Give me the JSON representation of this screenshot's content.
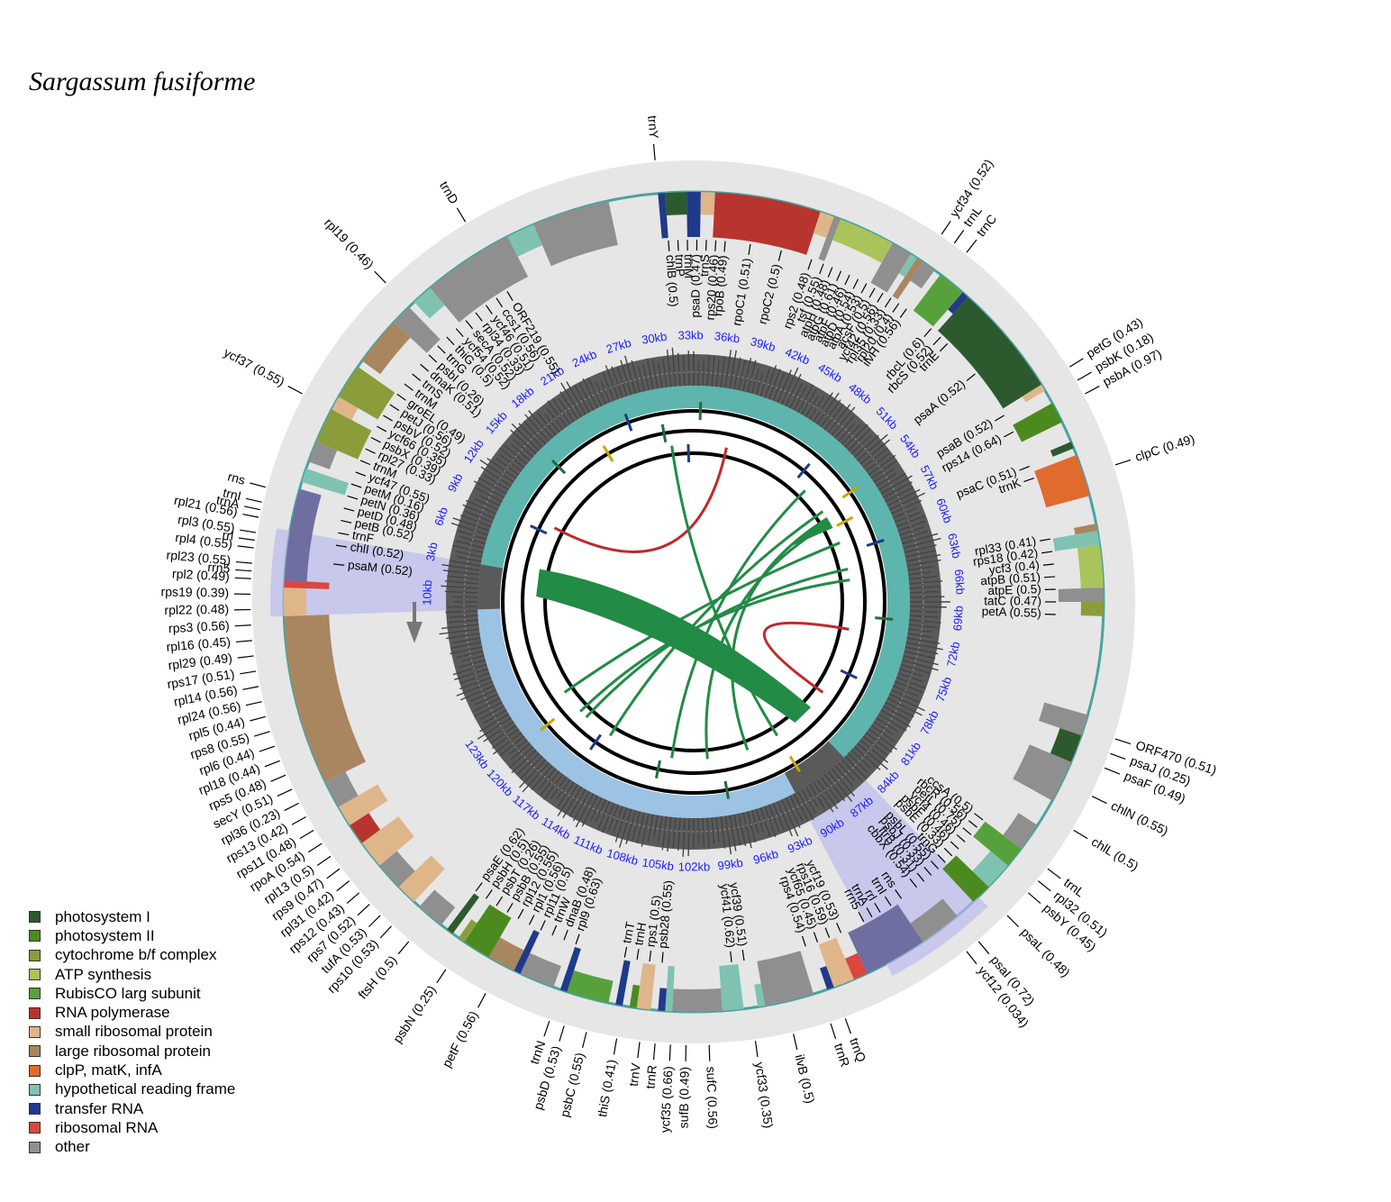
{
  "title": "Sargassum fusiforme",
  "legend": [
    {
      "label": "photosystem I",
      "color": "#2c5a2e"
    },
    {
      "label": "photosystem II",
      "color": "#4b8a1e"
    },
    {
      "label": "cytochrome b/f complex",
      "color": "#8a9d3a"
    },
    {
      "label": "ATP synthesis",
      "color": "#a8c45a"
    },
    {
      "label": "RubisCO larg subunit",
      "color": "#57a13c"
    },
    {
      "label": "RNA polymerase",
      "color": "#b8342f"
    },
    {
      "label": "small ribosomal protein",
      "color": "#dfb68a"
    },
    {
      "label": "large ribosomal protein",
      "color": "#a98660"
    },
    {
      "label": "clpP, matK, infA",
      "color": "#e06b2e"
    },
    {
      "label": "hypothetical reading frame",
      "color": "#7fc2b2"
    },
    {
      "label": "transfer RNA",
      "color": "#1f3a8a"
    },
    {
      "label": "ribosomal RNA",
      "color": "#d9473f"
    },
    {
      "label": "other",
      "color": "#8f8f8f"
    }
  ],
  "kb_ticks": [
    "3kb",
    "6kb",
    "9kb",
    "12kb",
    "15kb",
    "18kb",
    "21kb",
    "24kb",
    "27kb",
    "30kb",
    "33kb",
    "36kb",
    "39kb",
    "42kb",
    "45kb",
    "48kb",
    "51kb",
    "54kb",
    "57kb",
    "60kb",
    "63kb",
    "66kb",
    "69kb",
    "72kb",
    "75kb",
    "78kb",
    "81kb",
    "84kb",
    "87kb",
    "90kb",
    "93kb",
    "96kb",
    "99kb",
    "102kb",
    "105kb",
    "108kb",
    "111kb",
    "114kb",
    "117kb",
    "120kb",
    "123kb",
    "10kb"
  ],
  "genes_outside": [
    {
      "label": "trnY",
      "angle": -5
    },
    {
      "label": "trnD",
      "angle": -31
    },
    {
      "label": "rpl19 (0.46)",
      "angle": -44
    },
    {
      "label": "ycf37 (0.55)",
      "angle": -62
    },
    {
      "label": "ycf34 (0.52)",
      "angle": 34
    },
    {
      "label": "trnL",
      "angle": 36
    },
    {
      "label": "trnC",
      "angle": 38
    },
    {
      "label": "petG (0.43)",
      "angle": 58
    },
    {
      "label": "psbK (0.18)",
      "angle": 60
    },
    {
      "label": "psbA (0.97)",
      "angle": 62
    },
    {
      "label": "clpC (0.49)",
      "angle": 72
    },
    {
      "label": "ORF470 (0.51)",
      "angle": 108
    },
    {
      "label": "psaJ (0.25)",
      "angle": 110
    },
    {
      "label": "psaF (0.49)",
      "angle": 112
    },
    {
      "label": "chlN (0.55)",
      "angle": 116
    },
    {
      "label": "chlL (0.5)",
      "angle": 121
    },
    {
      "label": "trnL",
      "angle": 127
    },
    {
      "label": "rpl32 (0.51)",
      "angle": 129
    },
    {
      "label": "psbY (0.45)",
      "angle": 131
    },
    {
      "label": "psaL (0.48)",
      "angle": 135
    },
    {
      "label": "psaI (0.72)",
      "angle": 140
    },
    {
      "label": "ycf12 (0.034)",
      "angle": 142
    },
    {
      "label": "trnQ",
      "angle": 160
    },
    {
      "label": "trnR",
      "angle": 162
    },
    {
      "label": "ilvB (0.5)",
      "angle": 167
    },
    {
      "label": "ycf33 (0.35)",
      "angle": 172
    },
    {
      "label": "sufC (0.56)",
      "angle": 178
    },
    {
      "label": "sufB (0.49)",
      "angle": 181
    },
    {
      "label": "ycf35 (0.66)",
      "angle": 183
    },
    {
      "label": "trnR",
      "angle": 185
    },
    {
      "label": "trnV",
      "angle": 187
    },
    {
      "label": "thiS (0.41)",
      "angle": 190
    },
    {
      "label": "psbC (0.55)",
      "angle": 194
    },
    {
      "label": "psbD (0.53)",
      "angle": 197
    },
    {
      "label": "trnN",
      "angle": 199
    },
    {
      "label": "petF (0.56)",
      "angle": 208
    },
    {
      "label": "psbN (0.25)",
      "angle": 214
    },
    {
      "label": "ftsH (0.5)",
      "angle": 220
    },
    {
      "label": "rps10 (0.53)",
      "angle": 223
    },
    {
      "label": "tufA (0.53)",
      "angle": 225
    },
    {
      "label": "rps7 (0.52)",
      "angle": 227
    },
    {
      "label": "rps12 (0.43)",
      "angle": 229
    },
    {
      "label": "rpl31 (0.42)",
      "angle": 231
    },
    {
      "label": "rps9 (0.47)",
      "angle": 233
    },
    {
      "label": "rpl13 (0.5)",
      "angle": 235
    },
    {
      "label": "rpoA (0.54)",
      "angle": 237
    },
    {
      "label": "rps11 (0.48)",
      "angle": 239
    },
    {
      "label": "rps13 (0.42)",
      "angle": 241
    },
    {
      "label": "rpl36 (0.23)",
      "angle": 243
    },
    {
      "label": "secY (0.51)",
      "angle": 245
    },
    {
      "label": "rps5 (0.48)",
      "angle": 247
    },
    {
      "label": "rpl18 (0.44)",
      "angle": 249
    },
    {
      "label": "rpl6 (0.44)",
      "angle": 251
    },
    {
      "label": "rps8 (0.55)",
      "angle": 253
    },
    {
      "label": "rpl5 (0.44)",
      "angle": 255
    },
    {
      "label": "rpl24 (0.56)",
      "angle": 257
    },
    {
      "label": "rpl14 (0.56)",
      "angle": 259
    },
    {
      "label": "rps17 (0.51)",
      "angle": 261
    },
    {
      "label": "rpl29 (0.49)",
      "angle": 263
    },
    {
      "label": "rpl16 (0.45)",
      "angle": 265
    },
    {
      "label": "rps3 (0.56)",
      "angle": 267
    },
    {
      "label": "rpl22 (0.48)",
      "angle": 269
    },
    {
      "label": "rps19 (0.39)",
      "angle": 271
    },
    {
      "label": "rpl2 (0.49)",
      "angle": 273
    },
    {
      "label": "rrn5",
      "angle": 274
    },
    {
      "label": "rpl23 (0.55)",
      "angle": 275
    },
    {
      "label": "rpl4 (0.55)",
      "angle": 277
    },
    {
      "label": "rrl",
      "angle": 278
    },
    {
      "label": "rpl3 (0.55)",
      "angle": 279
    },
    {
      "label": "rpl21 (0.56)",
      "angle": 281
    },
    {
      "label": "trnA",
      "angle": 282
    },
    {
      "label": "trnI",
      "angle": 283
    },
    {
      "label": "rns",
      "angle": 285
    }
  ],
  "genes_inside": [
    {
      "label": "chlB (0.5)",
      "angle": -4
    },
    {
      "label": "trnP",
      "angle": -2.5
    },
    {
      "label": "trnM",
      "angle": -1
    },
    {
      "label": "psaD (0.47)",
      "angle": 0.5
    },
    {
      "label": "trnS",
      "angle": 2
    },
    {
      "label": "rps20 (0.46)",
      "angle": 3.5
    },
    {
      "label": "rpoB (0.49)",
      "angle": 5
    },
    {
      "label": "rpoC1 (0.51)",
      "angle": 9
    },
    {
      "label": "rpoC2 (0.5)",
      "angle": 14
    },
    {
      "label": "rps2 (0.48)",
      "angle": 19
    },
    {
      "label": "tsf (0.55)",
      "angle": 21
    },
    {
      "label": "atpH (0.48)",
      "angle": 22.5
    },
    {
      "label": "atpG (0.61)",
      "angle": 24
    },
    {
      "label": "atpF (0.46)",
      "angle": 25.5
    },
    {
      "label": "atpD (0.54)",
      "angle": 27
    },
    {
      "label": "atpA (0.53)",
      "angle": 28.5
    },
    {
      "label": "acsF (0.5)",
      "angle": 30
    },
    {
      "label": "ycf42 (0.56)",
      "angle": 31.5
    },
    {
      "label": "rpl35 (0.33)",
      "angle": 33
    },
    {
      "label": "rpl20 (0.4)",
      "angle": 34.5
    },
    {
      "label": "ilvH (0.56)",
      "angle": 36
    },
    {
      "label": "rbcL (0.6)",
      "angle": 41
    },
    {
      "label": "rbcS (0.52)",
      "angle": 43
    },
    {
      "label": "trnE",
      "angle": 44.5
    },
    {
      "label": "psaA (0.52)",
      "angle": 51
    },
    {
      "label": "psaB (0.52)",
      "angle": 59
    },
    {
      "label": "rps14 (0.64)",
      "angle": 62
    },
    {
      "label": "psaC (0.51)",
      "angle": 68
    },
    {
      "label": "trnK",
      "angle": 70
    },
    {
      "label": "rpl33 (0.41)",
      "angle": 80
    },
    {
      "label": "rps18 (0.42)",
      "angle": 82
    },
    {
      "label": "ycf3 (0.4)",
      "angle": 84
    },
    {
      "label": "atpB (0.51)",
      "angle": 86
    },
    {
      "label": "atpE (0.5)",
      "angle": 88
    },
    {
      "label": "tatC (0.47)",
      "angle": 90
    },
    {
      "label": "petA (0.55)",
      "angle": 92
    },
    {
      "label": "ccsA (0.5)",
      "angle": 127
    },
    {
      "label": "rbcR (0.56)",
      "angle": 128.5
    },
    {
      "label": "petL (0.75)",
      "angle": 130
    },
    {
      "label": "ycf4 (0.46)",
      "angle": 131.5
    },
    {
      "label": "psbF (0.46)",
      "angle": 133
    },
    {
      "label": "psbE (0.33)",
      "angle": 134.5
    },
    {
      "label": "trnG",
      "angle": 136
    },
    {
      "label": "psbL (0.55)",
      "angle": 137.5
    },
    {
      "label": "psbJ (0.33)",
      "angle": 139
    },
    {
      "label": "ftrB (0.31)",
      "angle": 140.5
    },
    {
      "label": "cbbX (0.54)",
      "angle": 142
    },
    {
      "label": "rns",
      "angle": 145
    },
    {
      "label": "trnI",
      "angle": 147
    },
    {
      "label": "rrl",
      "angle": 149
    },
    {
      "label": "trnA",
      "angle": 150.5
    },
    {
      "label": "rrn5",
      "angle": 152
    },
    {
      "label": "ycf19 (0.53)",
      "angle": 156
    },
    {
      "label": "rps16 (0.59)",
      "angle": 158
    },
    {
      "label": "ycf65 (0.45)",
      "angle": 160
    },
    {
      "label": "rps4 (0.54)",
      "angle": 162
    },
    {
      "label": "ycf39 (0.51)",
      "angle": 172
    },
    {
      "label": "ycf41 (0.62)",
      "angle": 174
    },
    {
      "label": "psb28 (0.55)",
      "angle": 185
    },
    {
      "label": "rps1 (0.5)",
      "angle": 187
    },
    {
      "label": "trnH",
      "angle": 189
    },
    {
      "label": "trnT",
      "angle": 191
    },
    {
      "label": "rpl9 (0.63)",
      "angle": 199
    },
    {
      "label": "dnaB (0.48)",
      "angle": 201
    },
    {
      "label": "trnW",
      "angle": 203
    },
    {
      "label": "rpl11 (0.5)",
      "angle": 205
    },
    {
      "label": "rpl1 (0.56)",
      "angle": 207
    },
    {
      "label": "rpl12 (0.55)",
      "angle": 209
    },
    {
      "label": "psbB (0.55)",
      "angle": 211
    },
    {
      "label": "psbT (0.26)",
      "angle": 213
    },
    {
      "label": "psbH (0.5)",
      "angle": 215
    },
    {
      "label": "psaE (0.62)",
      "angle": 217
    },
    {
      "label": "psaM (0.52)",
      "angle": -84
    },
    {
      "label": "chlI (0.52)",
      "angle": -81
    },
    {
      "label": "trnF",
      "angle": -79
    },
    {
      "label": "petB (0.52)",
      "angle": -77
    },
    {
      "label": "petD (0.48)",
      "angle": -75
    },
    {
      "label": "petN (0.36)",
      "angle": -73
    },
    {
      "label": "petM (0.16)",
      "angle": -71
    },
    {
      "label": "ycf47 (0.55)",
      "angle": -69
    },
    {
      "label": "trnM",
      "angle": -67
    },
    {
      "label": "rpl27 (0.33)",
      "angle": -65
    },
    {
      "label": "psbX (0.39)",
      "angle": -63
    },
    {
      "label": "ycf66 (0.35)",
      "angle": -61
    },
    {
      "label": "psbV (0.52)",
      "angle": -59
    },
    {
      "label": "petJ (0.56)",
      "angle": -57
    },
    {
      "label": "groEL (0.49)",
      "angle": -55
    },
    {
      "label": "trnM",
      "angle": -53
    },
    {
      "label": "trnS",
      "angle": -51
    },
    {
      "label": "dnaK (0.51)",
      "angle": -49
    },
    {
      "label": "psbI (0.26)",
      "angle": -47
    },
    {
      "label": "trnG",
      "angle": -45
    },
    {
      "label": "thiG (0.5)",
      "angle": -43
    },
    {
      "label": "ycf54 (0.52)",
      "angle": -41
    },
    {
      "label": "secA (0.52)",
      "angle": -39
    },
    {
      "label": "rpl34 (0.33)",
      "angle": -37
    },
    {
      "label": "ycf46 (0.51)",
      "angle": -35
    },
    {
      "label": "ccs1 (0.56)",
      "angle": -33
    },
    {
      "label": "ORF219 (0.55)",
      "angle": -31
    }
  ],
  "outer_genes_band": [
    {
      "from": -5,
      "to": -4,
      "color": "#1f3a8a"
    },
    {
      "from": -4,
      "to": -1,
      "color": "#2c5a2e"
    },
    {
      "from": -1,
      "to": 1,
      "color": "#1f3a8a"
    },
    {
      "from": 1,
      "to": 3,
      "color": "#dfb68a"
    },
    {
      "from": 3,
      "to": 18,
      "color": "#b8342f"
    },
    {
      "from": 18,
      "to": 20,
      "color": "#dfb68a"
    },
    {
      "from": 20,
      "to": 21,
      "color": "#8f8f8f"
    },
    {
      "from": 21,
      "to": 29,
      "color": "#a8c45a"
    },
    {
      "from": 29,
      "to": 32,
      "color": "#8f8f8f"
    },
    {
      "from": 32,
      "to": 33,
      "color": "#7fc2b2"
    },
    {
      "from": 33,
      "to": 34,
      "color": "#a98660"
    },
    {
      "from": 34,
      "to": 36,
      "color": "#8f8f8f"
    },
    {
      "from": 37,
      "to": 41,
      "color": "#57a13c"
    },
    {
      "from": 41,
      "to": 42,
      "color": "#1f3a8a"
    },
    {
      "from": 42,
      "to": 58,
      "color": "#2c5a2e"
    },
    {
      "from": 58,
      "to": 59,
      "color": "#dfb68a"
    },
    {
      "from": 61,
      "to": 64,
      "color": "#4b8a1e"
    },
    {
      "from": 67,
      "to": 68,
      "color": "#2c5a2e"
    },
    {
      "from": 69,
      "to": 75,
      "color": "#e06b2e"
    },
    {
      "from": 79,
      "to": 80,
      "color": "#a98660"
    },
    {
      "from": 80,
      "to": 82,
      "color": "#7fc2b2"
    },
    {
      "from": 82,
      "to": 88,
      "color": "#a8c45a"
    },
    {
      "from": 88,
      "to": 90,
      "color": "#8f8f8f"
    },
    {
      "from": 90,
      "to": 92,
      "color": "#8a9d3a"
    },
    {
      "from": 106,
      "to": 109,
      "color": "#8f8f8f"
    },
    {
      "from": 109,
      "to": 113,
      "color": "#2c5a2e"
    },
    {
      "from": 113,
      "to": 119,
      "color": "#8f8f8f"
    },
    {
      "from": 123,
      "to": 127,
      "color": "#8f8f8f"
    },
    {
      "from": 127,
      "to": 130,
      "color": "#57a13c"
    },
    {
      "from": 130,
      "to": 134,
      "color": "#7fc2b2"
    },
    {
      "from": 134,
      "to": 137,
      "color": "#4b8a1e"
    },
    {
      "from": 140,
      "to": 146,
      "color": "#8f8f8f"
    },
    {
      "from": 146,
      "to": 155,
      "color": "#6e6ea0"
    },
    {
      "from": 155,
      "to": 157,
      "color": "#d9473f"
    },
    {
      "from": 157,
      "to": 160,
      "color": "#dfb68a"
    },
    {
      "from": 160,
      "to": 161,
      "color": "#1f3a8a"
    },
    {
      "from": 163,
      "to": 170,
      "color": "#8f8f8f"
    },
    {
      "from": 170,
      "to": 171,
      "color": "#7fc2b2"
    },
    {
      "from": 173,
      "to": 176,
      "color": "#7fc2b2"
    },
    {
      "from": 176,
      "to": 183,
      "color": "#8f8f8f"
    },
    {
      "from": 183,
      "to": 184,
      "color": "#7fc2b2"
    },
    {
      "from": 184,
      "to": 185,
      "color": "#1f3a8a"
    },
    {
      "from": 186,
      "to": 188,
      "color": "#dfb68a"
    },
    {
      "from": 188,
      "to": 189,
      "color": "#4b8a1e"
    },
    {
      "from": 190,
      "to": 191,
      "color": "#1f3a8a"
    },
    {
      "from": 192,
      "to": 198,
      "color": "#57a13c"
    },
    {
      "from": 198,
      "to": 199,
      "color": "#1f3a8a"
    },
    {
      "from": 200,
      "to": 205,
      "color": "#8f8f8f"
    },
    {
      "from": 205,
      "to": 206,
      "color": "#1f3a8a"
    },
    {
      "from": 206,
      "to": 210,
      "color": "#a98660"
    },
    {
      "from": 210,
      "to": 214,
      "color": "#4b8a1e"
    },
    {
      "from": 214,
      "to": 215,
      "color": "#8a9d3a"
    },
    {
      "from": 216,
      "to": 217,
      "color": "#2c5a2e"
    },
    {
      "from": 218,
      "to": 222,
      "color": "#8f8f8f"
    },
    {
      "from": 223,
      "to": 226,
      "color": "#dfb68a"
    },
    {
      "from": 226,
      "to": 230,
      "color": "#8f8f8f"
    },
    {
      "from": 230,
      "to": 234,
      "color": "#dfb68a"
    },
    {
      "from": 234,
      "to": 237,
      "color": "#b8342f"
    },
    {
      "from": 237,
      "to": 240,
      "color": "#dfb68a"
    },
    {
      "from": 240,
      "to": 244,
      "color": "#8f8f8f"
    },
    {
      "from": 244,
      "to": 268,
      "color": "#a98660"
    },
    {
      "from": 268,
      "to": 272,
      "color": "#dfb68a"
    },
    {
      "from": 272,
      "to": 273,
      "color": "#d9473f"
    },
    {
      "from": 273,
      "to": 286,
      "color": "#6e6ea0"
    },
    {
      "from": 287,
      "to": 289,
      "color": "#7fc2b2"
    },
    {
      "from": 290,
      "to": 293,
      "color": "#8f8f8f"
    },
    {
      "from": 293,
      "to": 298,
      "color": "#8a9d3a"
    },
    {
      "from": 298,
      "to": 300,
      "color": "#dfb68a"
    },
    {
      "from": 300,
      "to": 305,
      "color": "#8a9d3a"
    },
    {
      "from": 306,
      "to": 313,
      "color": "#a98660"
    },
    {
      "from": 313,
      "to": 316,
      "color": "#8f8f8f"
    },
    {
      "from": 317,
      "to": 320,
      "color": "#7fc2b2"
    },
    {
      "from": 320,
      "to": 333,
      "color": "#8f8f8f"
    },
    {
      "from": 333,
      "to": 337,
      "color": "#7fc2b2"
    },
    {
      "from": 337,
      "to": 348,
      "color": "#8f8f8f"
    }
  ]
}
